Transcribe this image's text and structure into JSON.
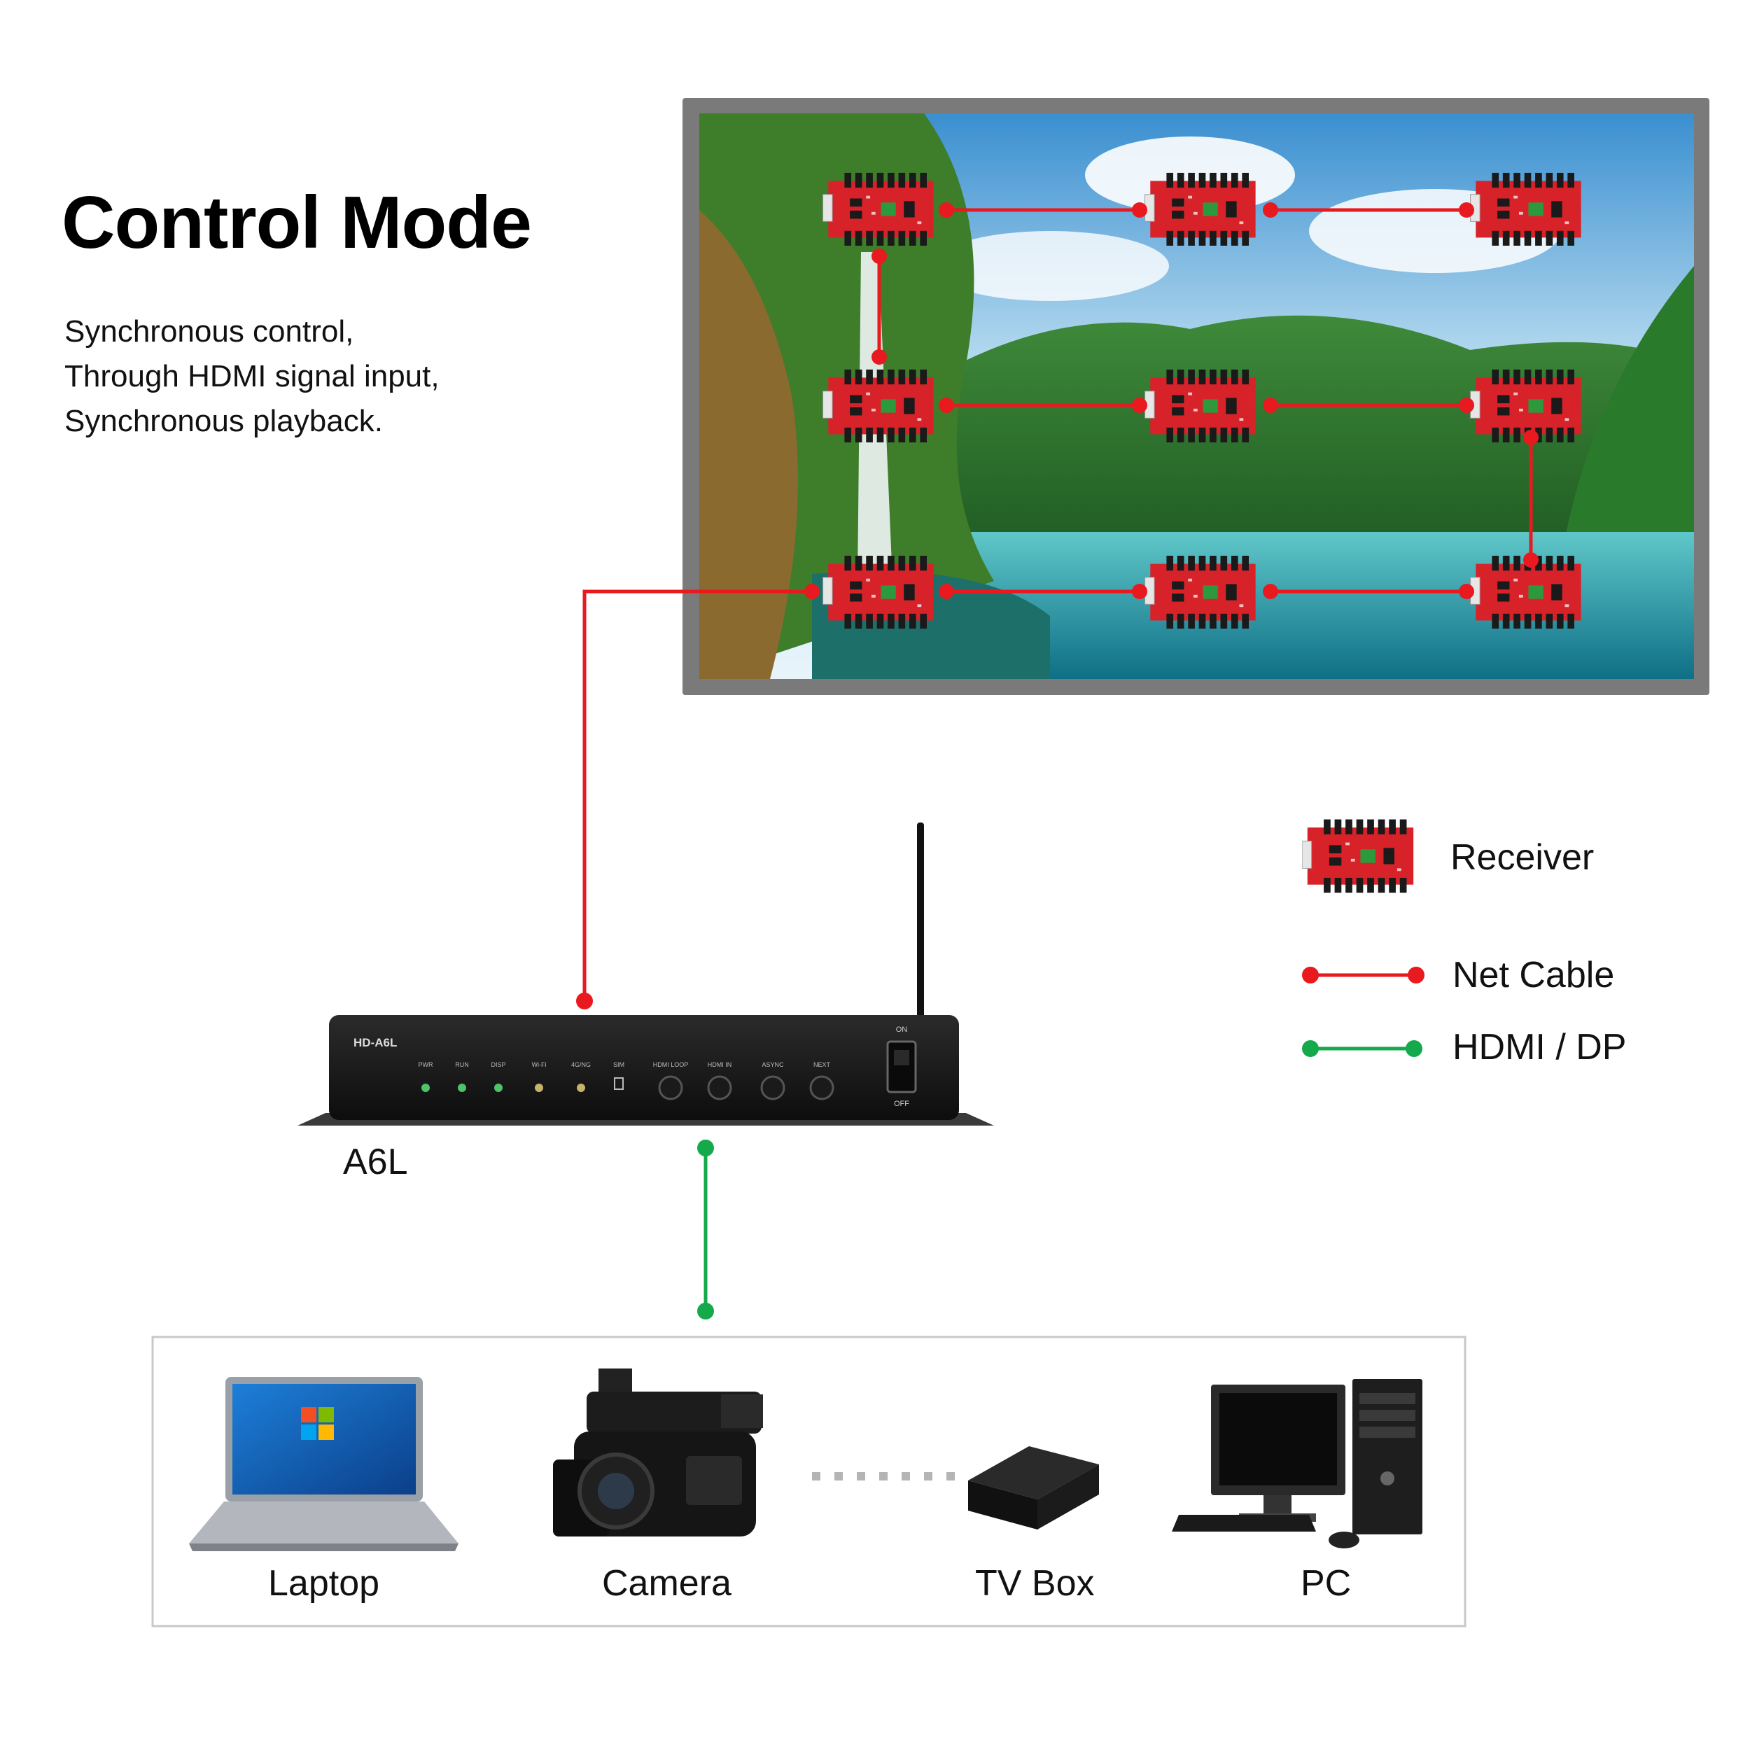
{
  "title": "Control Mode",
  "description": [
    "Synchronous control,",
    "Through HDMI signal input,",
    "Synchronous playback."
  ],
  "controller": {
    "name": "A6L",
    "model_plate": "HD-A6L",
    "panel_labels": [
      "PWR",
      "RUN",
      "DISP",
      "Wi-Fi",
      "4G/NG",
      "SIM",
      "HDMI LOOP",
      "HDMI IN",
      "ASYNC",
      "NEXT"
    ],
    "switch_on": "ON",
    "switch_off": "OFF"
  },
  "legend": {
    "receiver": "Receiver",
    "net_cable": "Net Cable",
    "hdmi_dp": "HDMI / DP"
  },
  "sources": [
    {
      "label": "Laptop",
      "icon": "laptop-icon"
    },
    {
      "label": "Camera",
      "icon": "camera-icon"
    },
    {
      "label": "TV Box",
      "icon": "tv-box-icon"
    },
    {
      "label": "PC",
      "icon": "pc-icon"
    }
  ],
  "colors": {
    "net_cable": "#e8191f",
    "hdmi": "#14a94a",
    "receiver_board": "#d8222a",
    "screen_frame": "#777777"
  }
}
